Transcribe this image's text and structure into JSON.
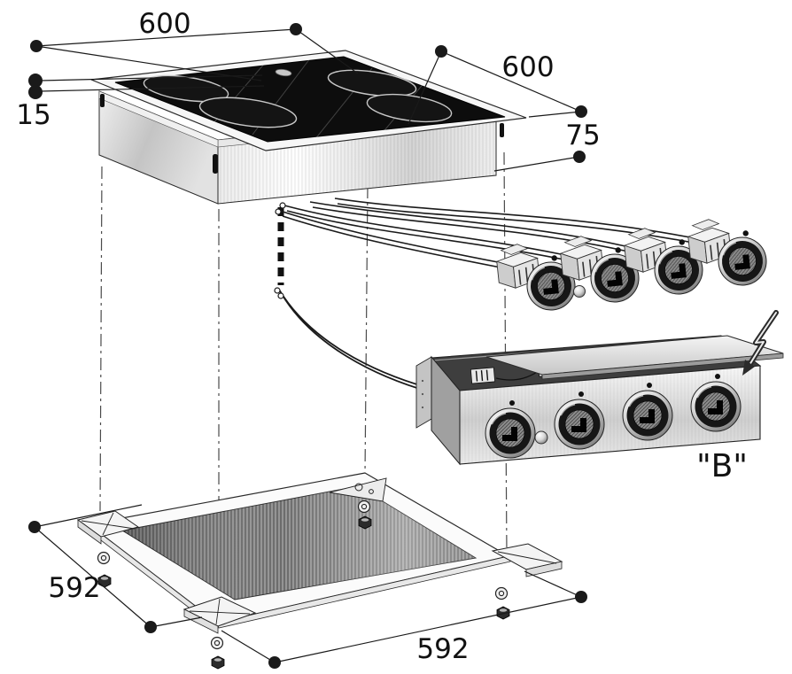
{
  "diagram": {
    "dimensions": {
      "dim_600_top": "600",
      "dim_600_right": "600",
      "dim_15": "15",
      "dim_75": "75",
      "dim_592_left": "592",
      "dim_592_bottom": "592"
    },
    "labels": {
      "control_box": "\"B\""
    },
    "icons": {
      "electrical": "lightning-bolt-icon"
    },
    "colors": {
      "ink": "#1a1a1a",
      "glass_black": "#0d0d0d",
      "steel_light": "#f2f2f2",
      "steel_mid": "#cccccc",
      "panel_gray": "#808080",
      "background": "#ffffff"
    }
  }
}
